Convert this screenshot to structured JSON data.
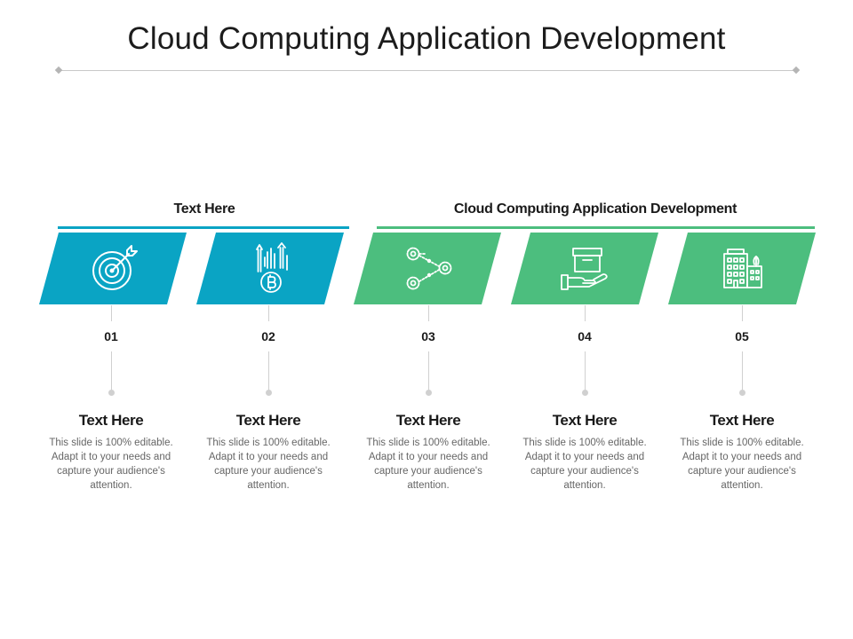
{
  "title": "Cloud Computing Application Development",
  "colors": {
    "teal": "#0aa4c4",
    "green": "#4cbe7e",
    "line": "#d0d0d0"
  },
  "groups": [
    {
      "label": "Text Here",
      "color": "teal"
    },
    {
      "label": "Cloud Computing Application Development",
      "color": "green"
    }
  ],
  "steps": [
    {
      "number": "01",
      "icon": "target-icon",
      "color": "teal",
      "title": "Text Here",
      "description": "This slide is 100% editable. Adapt it to your needs and capture your audience's attention."
    },
    {
      "number": "02",
      "icon": "bitcoin-growth-icon",
      "color": "teal",
      "title": "Text Here",
      "description": "This slide is 100% editable. Adapt it to your needs and capture your audience's attention."
    },
    {
      "number": "03",
      "icon": "gears-network-icon",
      "color": "green",
      "title": "Text Here",
      "description": "This slide is 100% editable. Adapt it to your needs and capture your audience's attention."
    },
    {
      "number": "04",
      "icon": "hand-box-icon",
      "color": "green",
      "title": "Text Here",
      "description": "This slide is 100% editable. Adapt it to your needs and capture your audience's attention."
    },
    {
      "number": "05",
      "icon": "buildings-icon",
      "color": "green",
      "title": "Text Here",
      "description": "This slide is 100% editable. Adapt it to your needs and capture your audience's attention."
    }
  ]
}
